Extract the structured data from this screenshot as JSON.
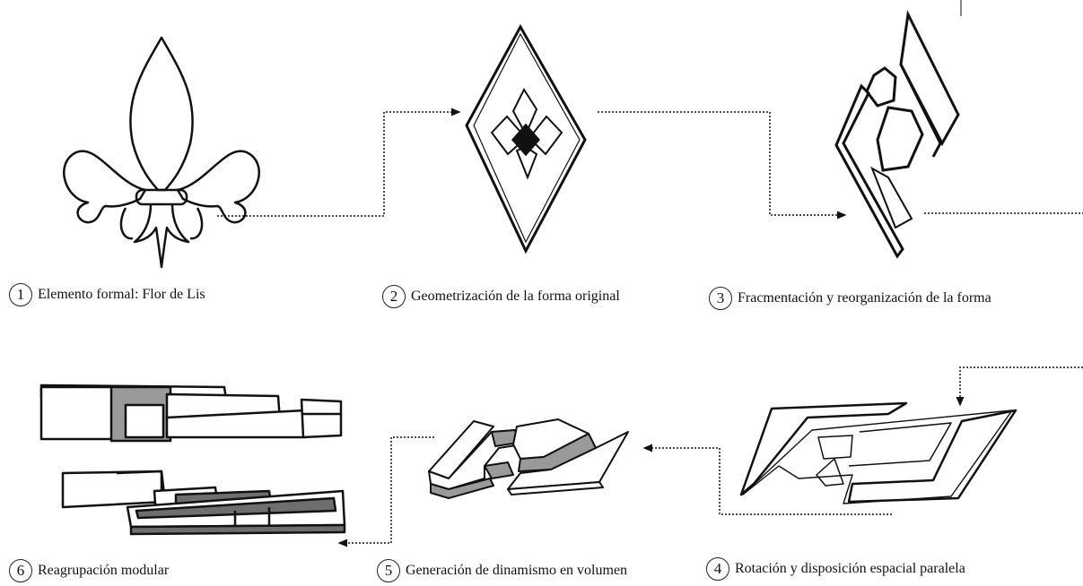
{
  "steps": [
    {
      "number": "1",
      "label": "Elemento formal: Flor de Lis",
      "icon": "fleur-de-lis-icon"
    },
    {
      "number": "2",
      "label": "Geometrización de la forma original",
      "icon": "geometric-diamond-icon"
    },
    {
      "number": "3",
      "label": "Fracmentación  y reorganización de la forma",
      "icon": "fragmented-shape-icon"
    },
    {
      "number": "4",
      "label": "Rotación y disposición espacial paralela",
      "icon": "rotated-plan-sketch-icon"
    },
    {
      "number": "5",
      "label": "Generación de dinamismo en volumen",
      "icon": "dynamic-volume-sketch-icon"
    },
    {
      "number": "6",
      "label": "Reagrupación modular",
      "icon": "modular-blocks-sketch-icon"
    }
  ],
  "colors": {
    "ink": "#111111",
    "shade": "#9a9a9a",
    "fill": "#ffffff"
  }
}
